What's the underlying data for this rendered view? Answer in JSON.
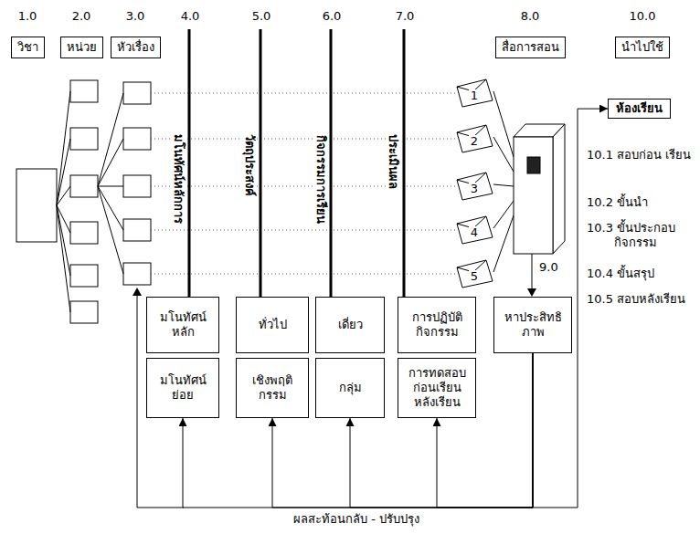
{
  "diagram": {
    "nodes": [
      {
        "text": [
          "วิชา"
        ]
      },
      {
        "text": [
          "หน่วย"
        ]
      },
      {
        "text": [
          "หัวเรื่อง"
        ]
      },
      {
        "text": [
          "สื่อการสอน"
        ]
      },
      {
        "text": [
          "นำไปใช้"
        ]
      },
      {
        "text": [
          "1"
        ]
      },
      {
        "text": [
          "2"
        ]
      },
      {
        "text": [
          "3"
        ]
      },
      {
        "text": [
          "4"
        ]
      },
      {
        "text": [
          "5"
        ]
      },
      {
        "text": [
          "ห้องเรียน"
        ]
      },
      {
        "text": [
          "มโนทัศน์ หลัก"
        ]
      },
      {
        "text": [
          "มโนทัศน์ ย่อย"
        ]
      },
      {
        "text": [
          "ทั่วไป"
        ]
      },
      {
        "text": [
          "เชิงพฤติ กรรม"
        ]
      },
      {
        "text": [
          "เดี่ยว"
        ]
      },
      {
        "text": [
          "กลุ่ม"
        ]
      },
      {
        "text": [
          "การปฏิบัติ กิจกรรม"
        ]
      },
      {
        "text": [
          "การทดสอบ ก่อนเรียน หลังเรียน"
        ]
      },
      {
        "text": [
          "หาประสิทธิ ภาพ"
        ]
      }
    ],
    "edges": [
      {
        "from": 19,
        "to": 12,
        "arrow": "to"
      },
      {
        "from": 19,
        "to": 14,
        "arrow": "to"
      },
      {
        "from": 19,
        "to": 16,
        "arrow": "to"
      },
      {
        "from": 19,
        "to": 18,
        "arrow": "to"
      },
      {
        "from": 19,
        "to": 10,
        "arrow": "to"
      }
    ],
    "labels": [
      "1.0",
      "2.0",
      "3.0",
      "4.0",
      "5.0",
      "6.0",
      "7.0",
      "8.0",
      "10.0",
      "มโนทัศน์หลักการ",
      "วัตถุประสงค์",
      "กิจกรรมการเรียน",
      "ประเมินผล",
      "9.0",
      "10.1 สอบก่อน เรียน",
      "10.2 ขั้นนำ",
      "10.3 ขั้นประกอบ กิจกรรม",
      "10.4 ขั้นสรุป",
      "10.5 สอบหลังเรียน",
      "ผลสะท้อนกลับ - ปรับปรุง"
    ]
  }
}
